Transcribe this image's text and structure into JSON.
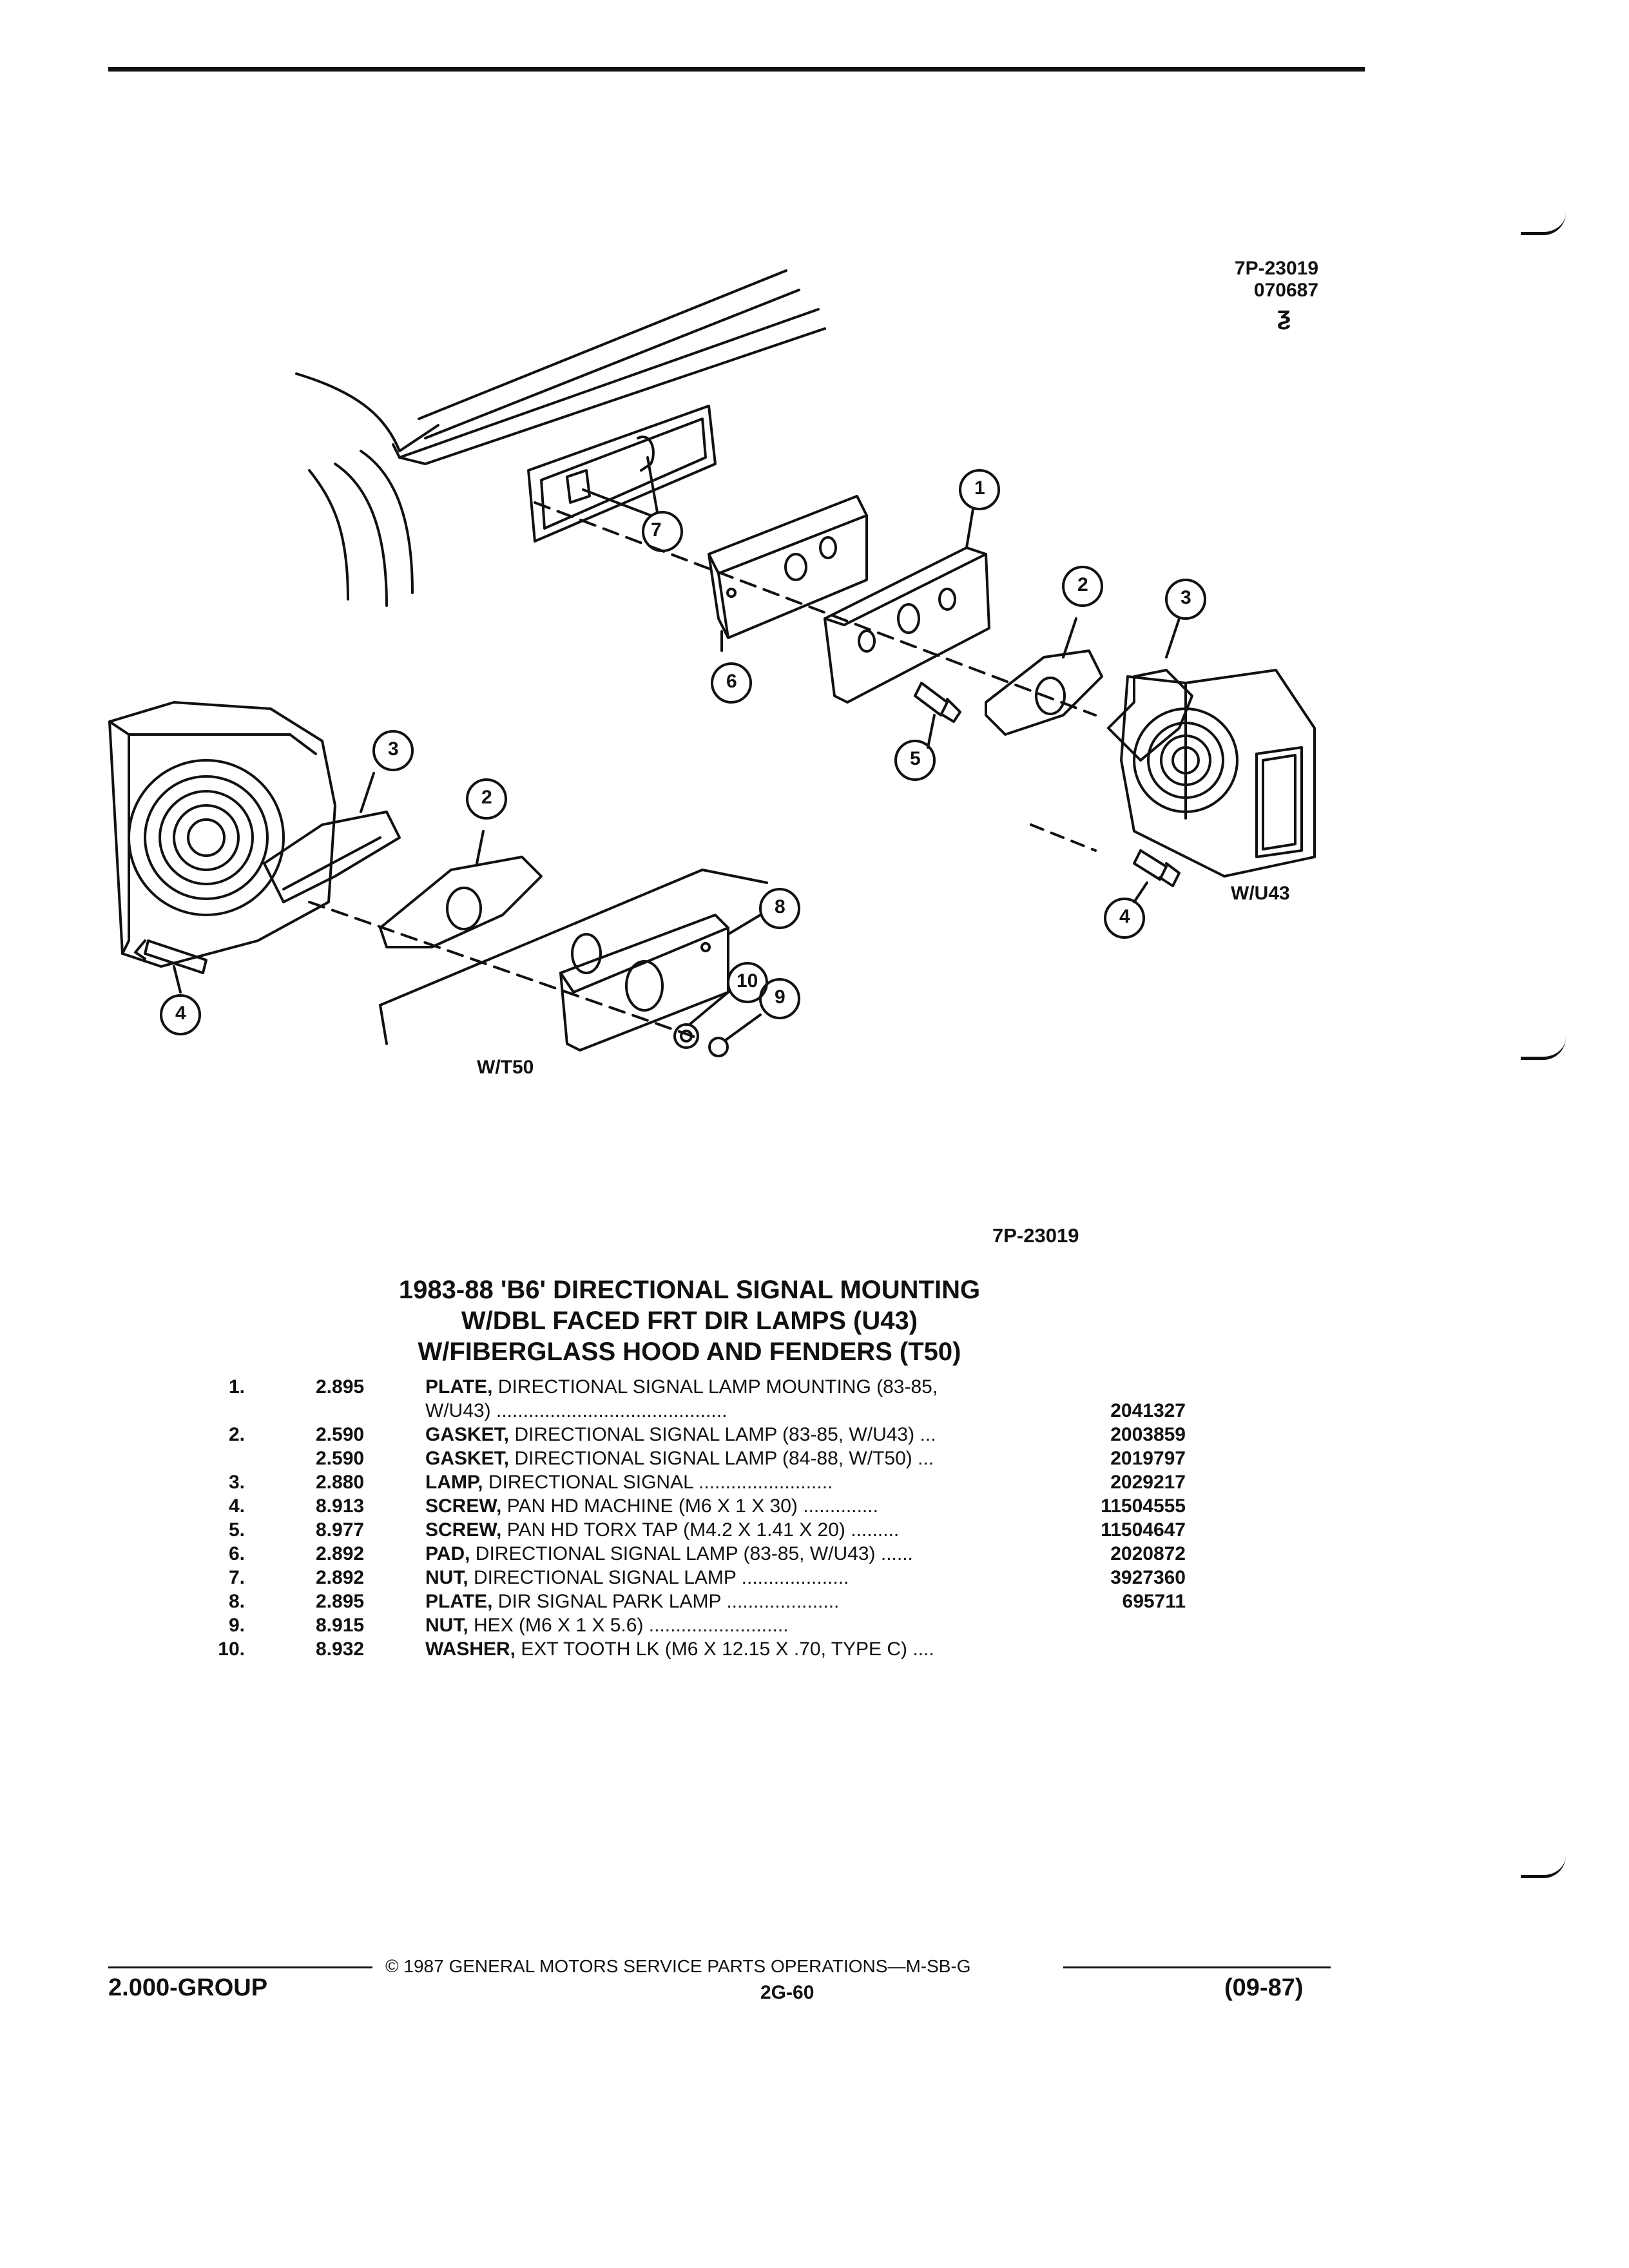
{
  "header": {
    "ref_code": "7P-23019",
    "ref_date": "070687",
    "ref_mark": "ƺ"
  },
  "diagram": {
    "callouts": [
      "1",
      "2",
      "3",
      "4",
      "5",
      "6",
      "7",
      "8",
      "9",
      "10"
    ],
    "label_u43": "W/U43",
    "label_t50": "W/T50"
  },
  "figure_code": "7P-23019",
  "title_lines": [
    "1983-88 'B6' DIRECTIONAL SIGNAL MOUNTING",
    "W/DBL FACED FRT DIR LAMPS (U43)",
    "W/FIBERGLASS HOOD AND FENDERS (T50)"
  ],
  "parts": [
    {
      "num": "1.",
      "group": "2.895",
      "name": "PLATE,",
      "desc": "DIRECTIONAL SIGNAL LAMP MOUNTING (83-85,",
      "part": ""
    },
    {
      "num": "",
      "group": "",
      "name": "",
      "desc": "W/U43) ...........................................",
      "part": "2041327"
    },
    {
      "num": "2.",
      "group": "2.590",
      "name": "GASKET,",
      "desc": "DIRECTIONAL SIGNAL LAMP (83-85, W/U43) ...",
      "part": "2003859"
    },
    {
      "num": "",
      "group": "2.590",
      "name": "GASKET,",
      "desc": "DIRECTIONAL SIGNAL LAMP (84-88, W/T50) ...",
      "part": "2019797"
    },
    {
      "num": "3.",
      "group": "2.880",
      "name": "LAMP,",
      "desc": "DIRECTIONAL SIGNAL .........................",
      "part": "2029217"
    },
    {
      "num": "4.",
      "group": "8.913",
      "name": "SCREW,",
      "desc": "PAN HD MACHINE (M6 X 1 X 30) ..............",
      "part": "11504555"
    },
    {
      "num": "5.",
      "group": "8.977",
      "name": "SCREW,",
      "desc": "PAN HD TORX TAP (M4.2 X 1.41 X 20) .........",
      "part": "11504647"
    },
    {
      "num": "6.",
      "group": "2.892",
      "name": "PAD,",
      "desc": "DIRECTIONAL SIGNAL LAMP (83-85, W/U43) ......",
      "part": "2020872"
    },
    {
      "num": "7.",
      "group": "2.892",
      "name": "NUT,",
      "desc": "DIRECTIONAL SIGNAL LAMP ....................",
      "part": "3927360"
    },
    {
      "num": "8.",
      "group": "2.895",
      "name": "PLATE,",
      "desc": "DIR SIGNAL PARK LAMP .....................",
      "part": "695711"
    },
    {
      "num": "9.",
      "group": "8.915",
      "name": "NUT,",
      "desc": "HEX (M6 X 1 X 5.6) ..........................",
      "part": ""
    },
    {
      "num": "10.",
      "group": "8.932",
      "name": "WASHER,",
      "desc": "EXT TOOTH LK (M6 X 12.15 X .70, TYPE C) ....",
      "part": ""
    }
  ],
  "footer": {
    "copyright": "© 1987 GENERAL MOTORS SERVICE PARTS OPERATIONS—M-SB-G",
    "group": "2.000-GROUP",
    "page": "2G-60",
    "date": "(09-87)"
  }
}
